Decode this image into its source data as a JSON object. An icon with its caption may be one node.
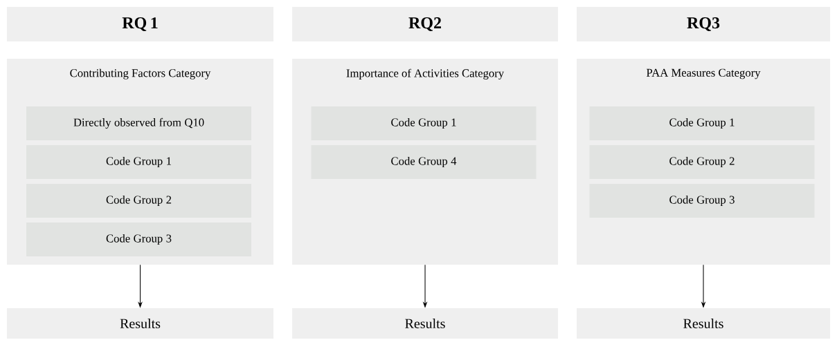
{
  "diagram": {
    "nodes": [
      {
        "text": [
          "RQ 1"
        ]
      },
      {
        "text": [
          "Contributing Factors Category"
        ]
      },
      {
        "text": [
          "Directly observed from Q10"
        ],
        "in": 1
      },
      {
        "text": [
          "Code Group 1"
        ],
        "in": 1
      },
      {
        "text": [
          "Code Group 2"
        ],
        "in": 1
      },
      {
        "text": [
          "Code Group 3"
        ],
        "in": 1
      },
      {
        "text": [
          "Results"
        ]
      },
      {
        "text": [
          "RQ2"
        ]
      },
      {
        "text": [
          "Importance of Activities Category"
        ]
      },
      {
        "text": [
          "Code Group 1"
        ],
        "in": 8
      },
      {
        "text": [
          "Code Group 4"
        ],
        "in": 8
      },
      {
        "text": [
          "Results"
        ]
      },
      {
        "text": [
          "RQ3"
        ]
      },
      {
        "text": [
          "PAA Measures Category"
        ]
      },
      {
        "text": [
          "Code Group 1"
        ],
        "in": 13
      },
      {
        "text": [
          "Code Group 2"
        ],
        "in": 13
      },
      {
        "text": [
          "Code Group 3"
        ],
        "in": 13
      },
      {
        "text": [
          "Results"
        ]
      }
    ],
    "edges": [
      {
        "from": 1,
        "to": 6,
        "arrow": "to"
      },
      {
        "from": 8,
        "to": 11,
        "arrow": "to"
      },
      {
        "from": 13,
        "to": 17,
        "arrow": "to"
      }
    ]
  }
}
